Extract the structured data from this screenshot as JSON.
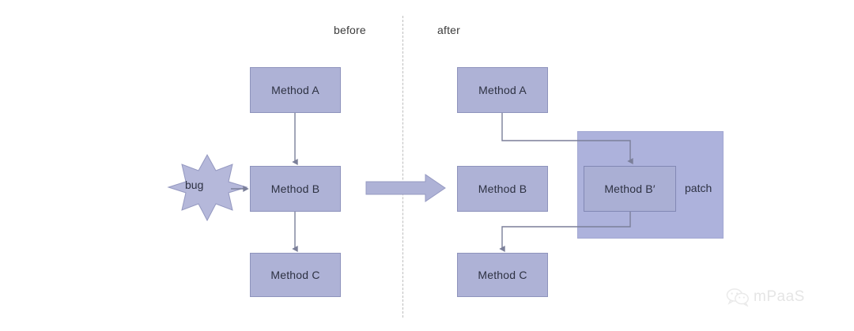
{
  "diagram": {
    "title_labels": {
      "before": "before",
      "after": "after"
    },
    "left": {
      "boxes": [
        {
          "label": "Method A"
        },
        {
          "label": "Method B"
        },
        {
          "label": "Method C"
        }
      ],
      "bug": {
        "label": "bug",
        "shape": "8-point-star"
      },
      "edges": [
        {
          "from": "Method A",
          "to": "Method B",
          "style": "straight-arrow-down"
        },
        {
          "from": "Method B",
          "to": "Method C",
          "style": "straight-arrow-down"
        },
        {
          "from": "bug",
          "to": "Method B",
          "style": "straight-arrow-right"
        }
      ]
    },
    "transition": {
      "icon": "block-arrow-right-icon"
    },
    "right": {
      "boxes": [
        {
          "label": "Method A"
        },
        {
          "label": "Method B"
        },
        {
          "label": "Method C"
        }
      ],
      "patch": {
        "label": "patch",
        "inner_box": {
          "label": "Method B′"
        }
      },
      "edges": [
        {
          "from": "Method A",
          "to": "Method B′",
          "style": "elbow-arrow"
        },
        {
          "from": "Method B′",
          "to": "Method C",
          "style": "elbow-arrow"
        }
      ]
    },
    "colors": {
      "box_fill": "#aeb2d6",
      "box_border": "#8e93bc",
      "patch_fill": "#adb2dc",
      "inner_box_fill": "#aaafd4",
      "connector": "#7b7f99",
      "divider": "#bdbdbd",
      "text": "#2d3142",
      "transition_arrow": "#aeb2d6"
    }
  },
  "watermark": {
    "text": "mPaaS",
    "icon": "wechat-bubbles-icon"
  }
}
